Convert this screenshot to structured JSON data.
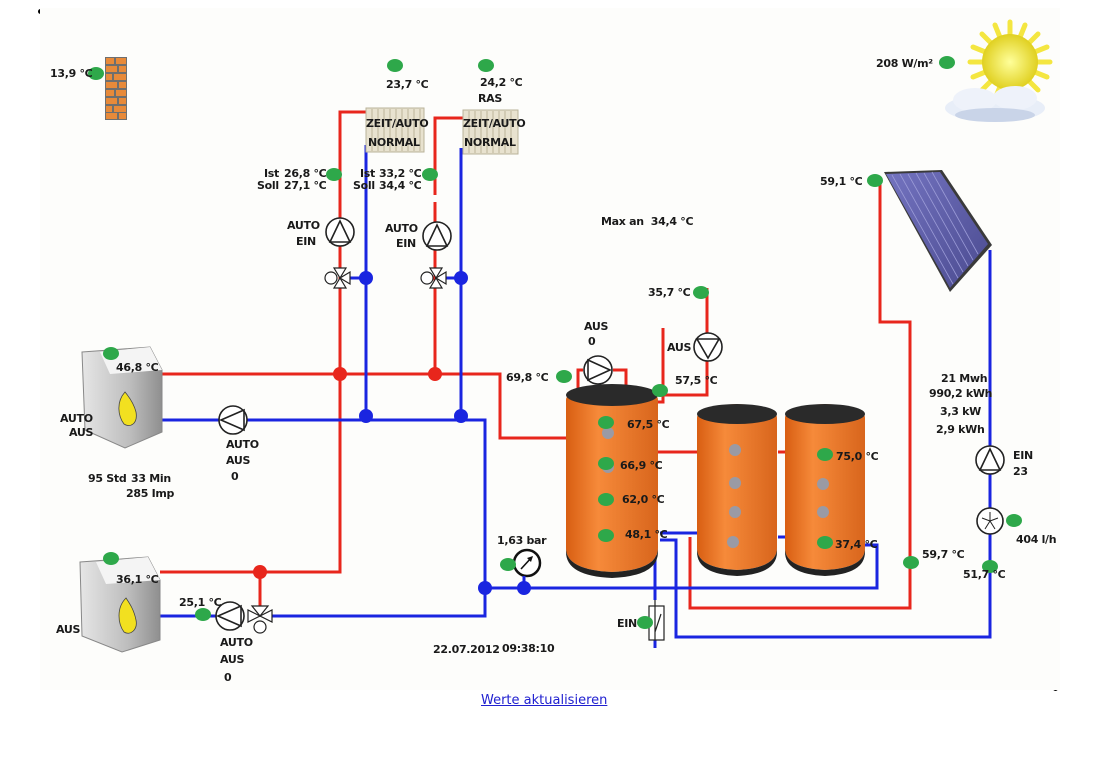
{
  "colors": {
    "supply": "#e8261c",
    "return": "#1a25e0",
    "sensor": "#2ea84a",
    "tank": "#ee7a2a",
    "link": "#2020d0"
  },
  "outside": {
    "temperature": "13,9 °C",
    "icon": "brick-wall-icon"
  },
  "solar_radiation": {
    "value": "208 W/m²",
    "icon": "sun-cloud-icon"
  },
  "heating_circuits": [
    {
      "room_temp": "23,7 °C",
      "mode": "ZEIT/AUTO",
      "state": "NORMAL",
      "ist": "26,8 °C",
      "soll": "27,1 °C",
      "ist_label": "Ist",
      "soll_label": "Soll",
      "pump_mode": "AUTO",
      "pump_state": "EIN"
    },
    {
      "room_temp": "24,2 °C",
      "room_sensor": "RAS",
      "mode": "ZEIT/AUTO",
      "state": "NORMAL",
      "ist": "33,2 °C",
      "soll": "34,4 °C",
      "ist_label": "Ist",
      "soll_label": "Soll",
      "pump_mode": "AUTO",
      "pump_state": "EIN"
    }
  ],
  "max_flow": "Max an  34,4 °C",
  "boiler1": {
    "temperature": "46,8 °C",
    "mode": "AUTO",
    "state": "AUS",
    "pump_mode": "AUTO",
    "pump_state": "AUS",
    "pump_count": "0",
    "hours": "95 Std",
    "minutes": "33 Min",
    "impulses": "285 Imp"
  },
  "boiler2": {
    "temperature": "36,1 °C",
    "state": "AUS",
    "return_temp": "25,1 °C",
    "pump_mode": "AUTO",
    "pump_state": "AUS",
    "pump_count": "0"
  },
  "storage": {
    "inlet_temp": "69,8 °C",
    "load_pump_state": "AUS",
    "load_pump_count": "0",
    "dhw_outlet_temp": "57,5 °C",
    "circulation_temp": "35,7 °C",
    "circulation_pump_state": "AUS",
    "tank1": [
      "67,5 °C",
      "66,9 °C",
      "62,0 °C",
      "48,1 °C"
    ],
    "tank3": [
      "75,0 °C",
      "37,4 °C"
    ]
  },
  "pressure": "1,63 bar",
  "valve_switch": "EIN",
  "solar": {
    "collector_temp": "59,1 °C",
    "total_energy": "21 Mwh",
    "energy": "990,2 kWh",
    "power": "3,3 kW",
    "daily_energy": "2,9 kWh",
    "pump_state": "EIN",
    "pump_value": "23",
    "flow": "404 l/h",
    "flow_temp": "59,7 °C",
    "return_temp": "51,7 °C"
  },
  "timestamp": {
    "date": "22.07.2012",
    "time": "09:38:10"
  },
  "refresh_link": "Werte aktualisieren"
}
